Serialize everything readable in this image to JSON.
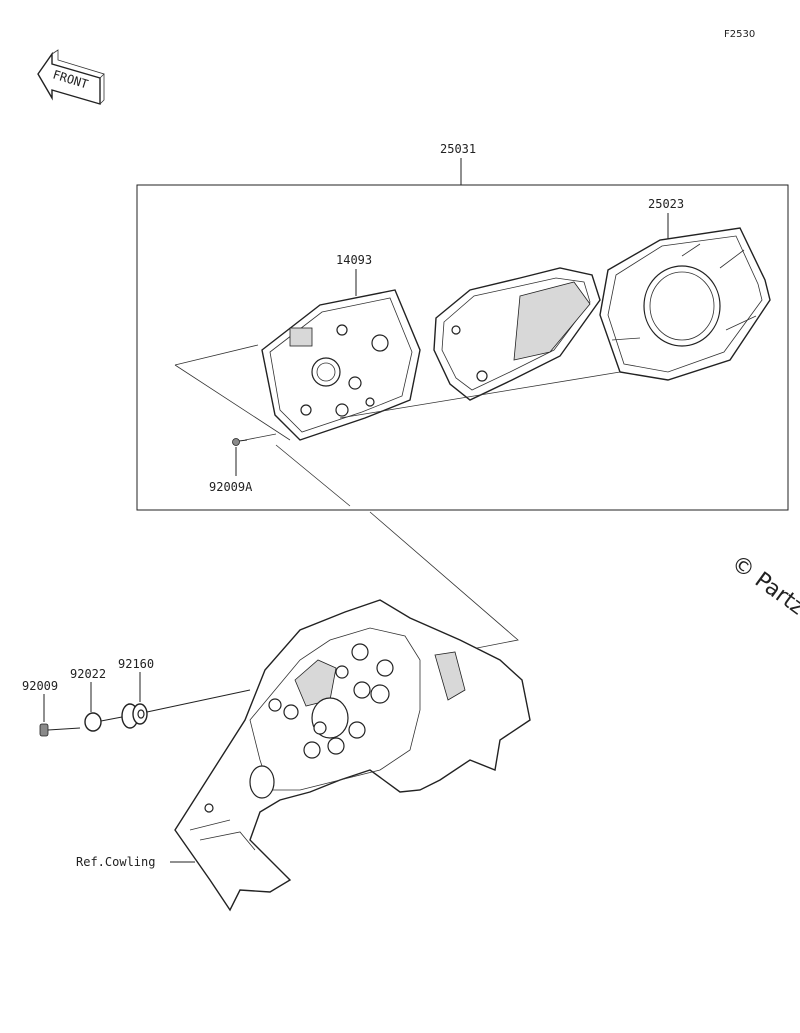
{
  "figure_code": "F2530",
  "front_label": "FRONT",
  "watermark": "© Partz",
  "assembly_label": "25031",
  "parts": {
    "upper_case": "25023",
    "lower_case": "14093",
    "case_screw": "92009A",
    "mount_screw": "92009",
    "washer": "92022",
    "grommet": "92160"
  },
  "reference": "Ref.Cowling"
}
